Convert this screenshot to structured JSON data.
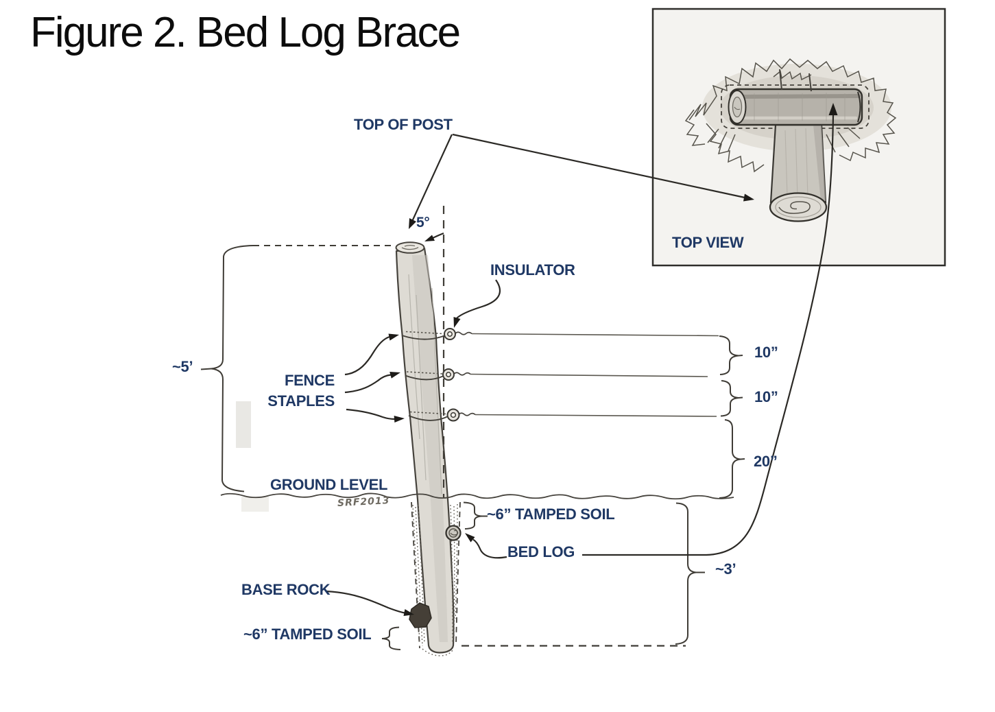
{
  "title": "Figure 2. Bed Log Brace",
  "signature": "SRF2013",
  "colors": {
    "label_text": "#1F3864",
    "ink": "#3f3c36",
    "title_text": "#0c0c0c",
    "inset_background": "#f4f3f0",
    "paper": "#ffffff"
  },
  "inset": {
    "caption": "TOP VIEW"
  },
  "callouts": {
    "top_of_post": "TOP OF POST",
    "lean_angle": "5°",
    "insulator": "INSULATOR",
    "fence_staples": [
      "FENCE",
      "STAPLES"
    ],
    "ground_level": "GROUND LEVEL",
    "tamped_soil_top": "~6” TAMPED SOIL",
    "bed_log": "BED LOG",
    "base_rock": "BASE ROCK",
    "tamped_soil_bottom": "~6” TAMPED SOIL"
  },
  "dimensions": {
    "post_height_above_ground": "~5’",
    "wire_gap_top": "10”",
    "wire_gap_middle": "10”",
    "wire_gap_bottom": "20”",
    "buried_depth": "~3’"
  }
}
